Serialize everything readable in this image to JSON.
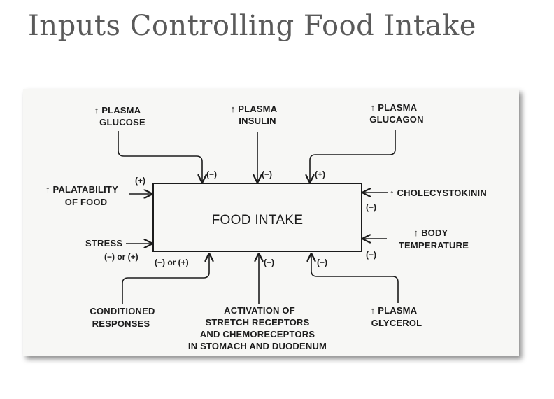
{
  "slide": {
    "title": "Inputs Controlling Food Intake"
  },
  "diagram": {
    "center": "FOOD INTAKE",
    "inputs": [
      {
        "id": "plasma-glucose",
        "lines": [
          "↑ PLASMA",
          "GLUCOSE"
        ],
        "sign": "(−)"
      },
      {
        "id": "plasma-insulin",
        "lines": [
          "↑ PLASMA",
          "INSULIN"
        ],
        "sign": "(−)"
      },
      {
        "id": "plasma-glucagon",
        "lines": [
          "↑ PLASMA",
          "GLUCAGON"
        ],
        "sign": "(+)"
      },
      {
        "id": "palatability",
        "lines": [
          "↑ PALATABILITY",
          "OF FOOD"
        ],
        "sign": "(+)"
      },
      {
        "id": "cholecystokinin",
        "lines": [
          "↑ CHOLECYSTOKININ"
        ],
        "sign": "(−)"
      },
      {
        "id": "stress",
        "lines": [
          "STRESS"
        ],
        "sign": "(−) or (+)"
      },
      {
        "id": "body-temperature",
        "lines": [
          "↑ BODY",
          "TEMPERATURE"
        ],
        "sign": "(−)"
      },
      {
        "id": "conditioned-responses",
        "lines": [
          "CONDITIONED",
          "RESPONSES"
        ],
        "sign": "(−) or (+)"
      },
      {
        "id": "stretch-receptors",
        "lines": [
          "ACTIVATION OF",
          "STRETCH RECEPTORS",
          "AND CHEMORECEPTORS",
          "IN STOMACH AND DUODENUM"
        ],
        "sign": "(−)"
      },
      {
        "id": "plasma-glycerol",
        "lines": [
          "↑ PLASMA",
          "GLYCEROL"
        ],
        "sign": "(−)"
      }
    ]
  }
}
